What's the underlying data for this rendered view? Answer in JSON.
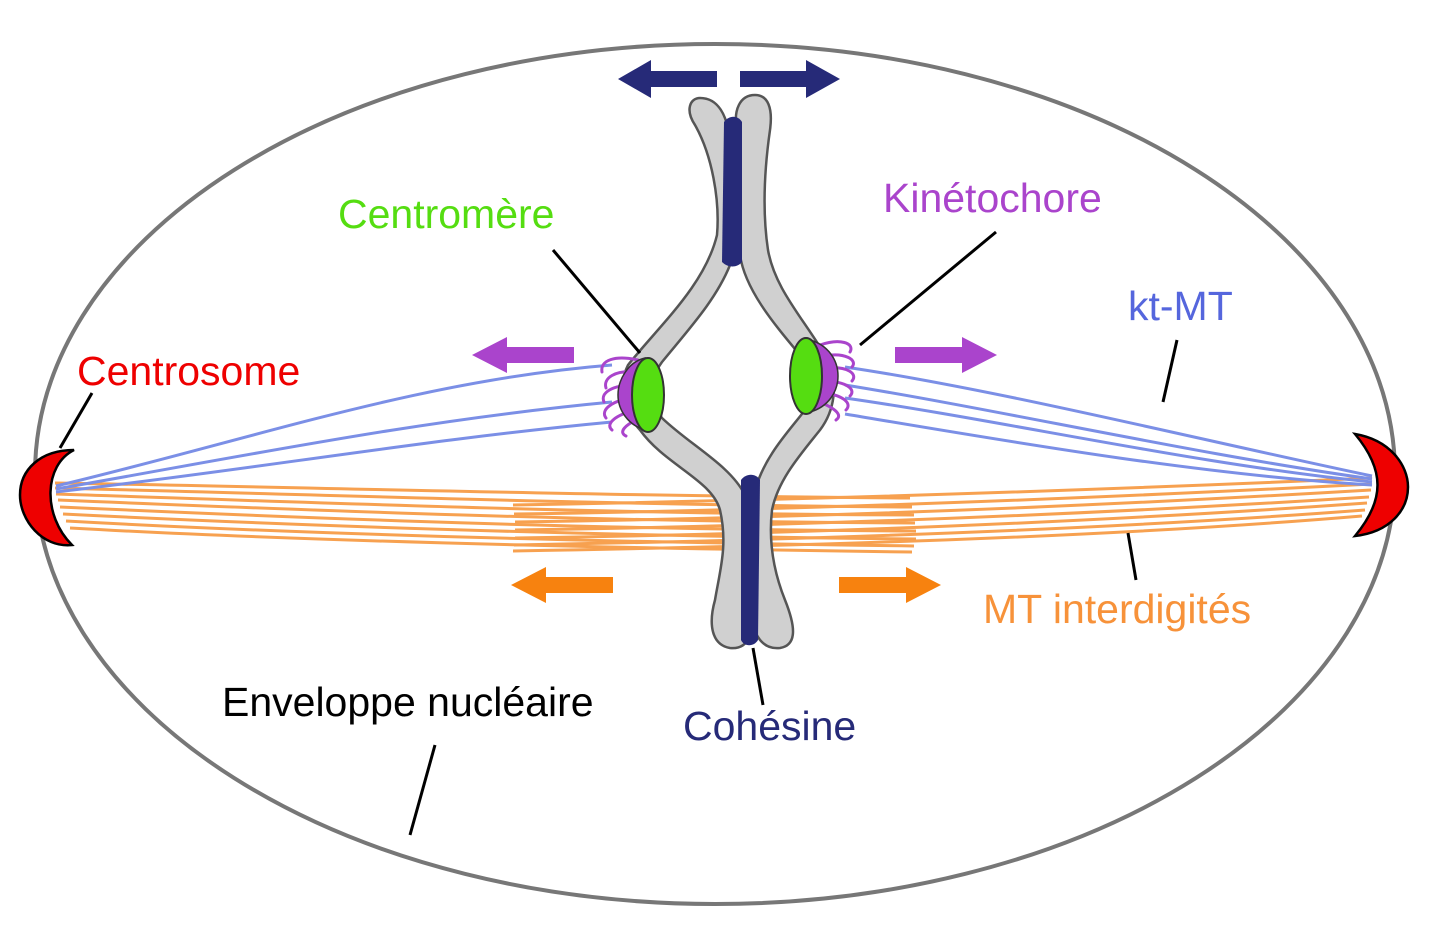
{
  "labels": {
    "centromere": "Centromère",
    "kinetochore": "Kinétochore",
    "kt_mt": "kt-MT",
    "centrosome": "Centrosome",
    "mt_interdigites": "MT interdigités",
    "enveloppe": "Enveloppe nucléaire",
    "cohesine": "Cohésine"
  },
  "colors": {
    "centromere": "#55dd11",
    "kinetochore": "#aa44cc",
    "kt_mt": "#5566dd",
    "centrosome": "#ee0000",
    "mt_interdigites": "#f7923a",
    "envelope": "#777777",
    "cohesine": "#262a78",
    "leader": "#000000"
  },
  "arrows": {
    "cohesine_pair": "navy-arrows-outward",
    "kinetochore_pair": "purple-arrows-outward",
    "interdigitated_pair": "orange-arrows-outward"
  }
}
